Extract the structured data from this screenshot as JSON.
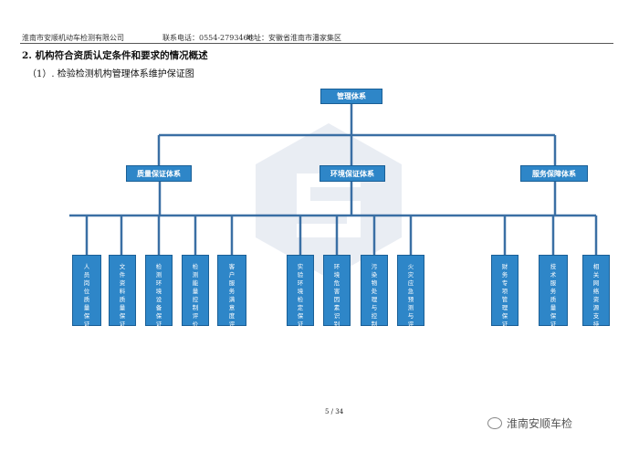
{
  "header": {
    "company": "淮南市安顺机动车检测有限公司",
    "phone": "联系电话：0554-2793466",
    "address": "地址：安徽省淮南市潘家集区"
  },
  "section_title": "2. 机构符合资质认定条件和要求的情况概述",
  "subsection_title": "（1）. 检验检测机构管理体系维护保证图",
  "diagram": {
    "root": "管理体系",
    "branches": [
      {
        "label": "质量保证体系",
        "children": [
          "人员岗位质量保证",
          "文件资料质量保证",
          "检测环境设备保证",
          "检测能量控制评价",
          "客户服务满意度评价"
        ]
      },
      {
        "label": "环境保证体系",
        "children": [
          "实验环境检定保证",
          "环境危害因素识别",
          "污染物处理与控制",
          "火灾应急预测与评价"
        ]
      },
      {
        "label": "服务保障体系",
        "children": [
          "财务专项管理保证",
          "技术服务质量保证",
          "相关网络资源支持"
        ]
      }
    ]
  },
  "footer": {
    "page": "5 / 34"
  },
  "watermark": {
    "text": "淮南安顺车检",
    "icon": "wechat-icon"
  }
}
